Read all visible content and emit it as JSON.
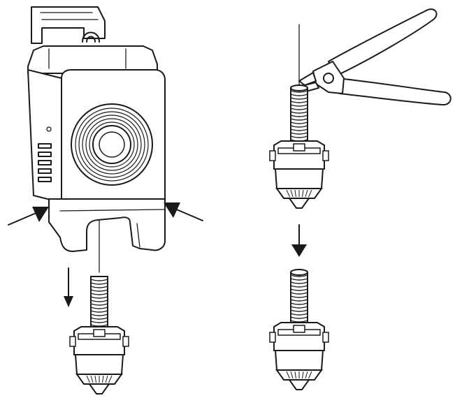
{
  "diagram": {
    "panels": [
      {
        "id": "left",
        "step": "release-clips-and-pull-down-hotend"
      },
      {
        "id": "right",
        "step": "cut-filament-and-remove-nozzle"
      }
    ],
    "colors": {
      "line": "#1a1a1a",
      "background": "#ffffff"
    },
    "icons": [
      "arrow-icon",
      "fan-icon",
      "pliers-icon",
      "nozzle-icon"
    ]
  }
}
